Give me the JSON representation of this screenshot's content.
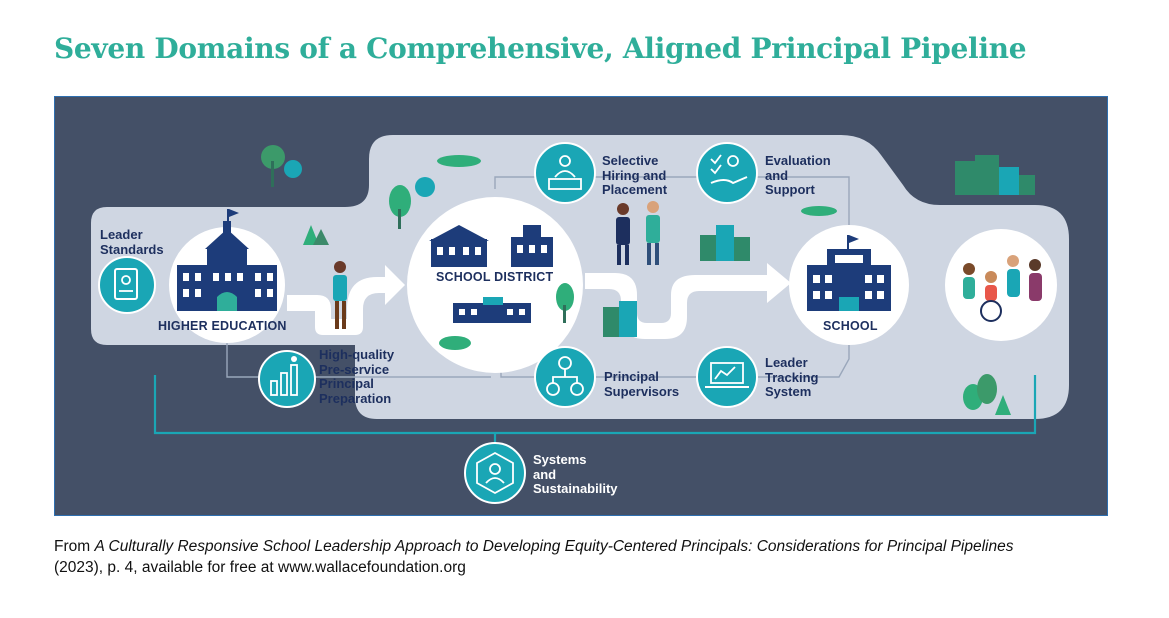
{
  "title": "Seven Domains of a Comprehensive, Aligned Principal Pipeline",
  "diagram": {
    "labels": {
      "leader_standards": "Leader\nStandards",
      "higher_education": "HIGHER EDUCATION",
      "school_district": "SCHOOL DISTRICT",
      "school": "SCHOOL",
      "preparation": "High-quality\nPre-service\nPrincipal\nPreparation",
      "hiring": "Selective\nHiring and\nPlacement",
      "evaluation": "Evaluation\nand\nSupport",
      "supervisors": "Principal\nSupervisors",
      "tracking": "Leader\nTracking\nSystem",
      "systems": "Systems\nand\nSustainability"
    },
    "colors": {
      "background": "#445067",
      "path": "#cfd6e2",
      "circle": "#ffffff",
      "teal": "#1aa6b5",
      "navy": "#1d2f5e",
      "title": "#2fae9a"
    },
    "icons": [
      "standards-book-icon",
      "preparation-chart-icon",
      "hiring-desk-icon",
      "evaluation-hand-icon",
      "supervisors-org-chart-icon",
      "tracking-laptop-icon",
      "systems-network-icon"
    ]
  },
  "caption": {
    "prefix": "From ",
    "source_title": "A Culturally Responsive School Leadership Approach to Developing Equity-Centered Principals: Considerations for Principal Pipelines",
    "suffix": " (2023), p. 4, available for free at www.wallacefoundation.org"
  }
}
